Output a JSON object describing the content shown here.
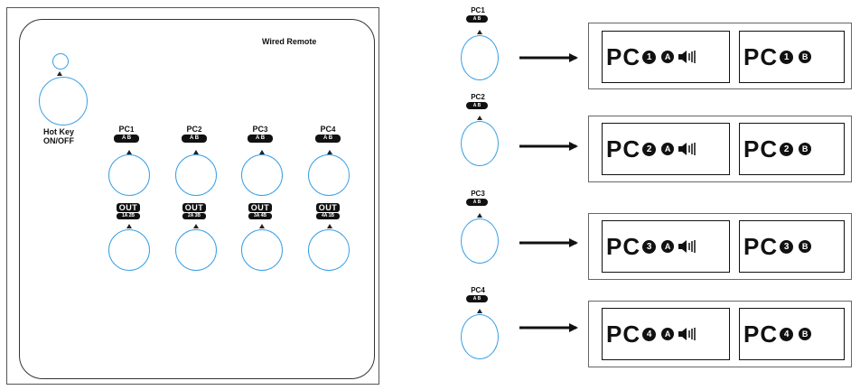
{
  "remote": {
    "title": "Wired Remote",
    "hotkey_line1": "Hot Key",
    "hotkey_line2": "ON/OFF",
    "pc_buttons": [
      {
        "prefix": "PC",
        "num": "1",
        "ab": "A  B"
      },
      {
        "prefix": "PC",
        "num": "2",
        "ab": "A  B"
      },
      {
        "prefix": "PC",
        "num": "3",
        "ab": "A  B"
      },
      {
        "prefix": "PC",
        "num": "4",
        "ab": "A  B"
      }
    ],
    "out_buttons": [
      {
        "label": "OUT",
        "sub": "1A 2B"
      },
      {
        "label": "OUT",
        "sub": "2A 3B"
      },
      {
        "label": "OUT",
        "sub": "3A 4B"
      },
      {
        "label": "OUT",
        "sub": "4A 1B"
      }
    ]
  },
  "flows": [
    {
      "btn_prefix": "PC",
      "btn_num": "1",
      "btn_ab": "A  B",
      "left_pc": "PC",
      "left_num": "1",
      "left_port": "A",
      "right_pc": "PC",
      "right_num": "1",
      "right_port": "B"
    },
    {
      "btn_prefix": "PC",
      "btn_num": "2",
      "btn_ab": "A  B",
      "left_pc": "PC",
      "left_num": "2",
      "left_port": "A",
      "right_pc": "PC",
      "right_num": "2",
      "right_port": "B"
    },
    {
      "btn_prefix": "PC",
      "btn_num": "3",
      "btn_ab": "A  B",
      "left_pc": "PC",
      "left_num": "3",
      "left_port": "A",
      "right_pc": "PC",
      "right_num": "3",
      "right_port": "B"
    },
    {
      "btn_prefix": "PC",
      "btn_num": "4",
      "btn_ab": "A  B",
      "left_pc": "PC",
      "left_num": "4",
      "left_port": "A",
      "right_pc": "PC",
      "right_num": "4",
      "right_port": "B"
    }
  ],
  "colors": {
    "button_outline": "#3aa0e6",
    "ink": "#111111"
  }
}
